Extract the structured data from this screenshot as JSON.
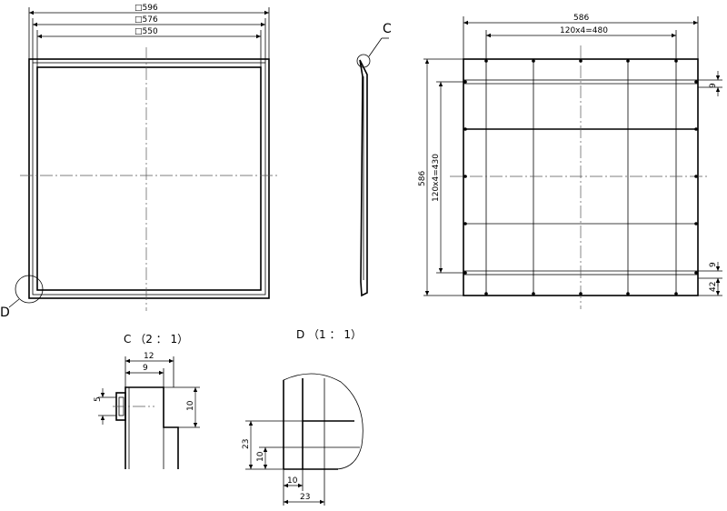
{
  "front_view": {
    "dim_outer": "□596",
    "dim_middle": "□576",
    "dim_inner": "□550",
    "callout_d": "D"
  },
  "side_view": {
    "callout_c": "C"
  },
  "back_view": {
    "dim_width": "586",
    "dim_pitch_h": "120x4=480",
    "dim_height": "586",
    "dim_pitch_v": "120x4=430",
    "dim_top_offset": "9",
    "dim_bottom_offset": "9",
    "dim_bottom_edge": "42"
  },
  "detail_c": {
    "title": "C （2 ： 1）",
    "dim_12": "12",
    "dim_9": "9",
    "dim_5": "5",
    "dim_10": "10"
  },
  "detail_d": {
    "title": "D （1 ： 1）",
    "dim_23_v": "23",
    "dim_10_v": "10",
    "dim_10_h": "10",
    "dim_23_h": "23"
  }
}
